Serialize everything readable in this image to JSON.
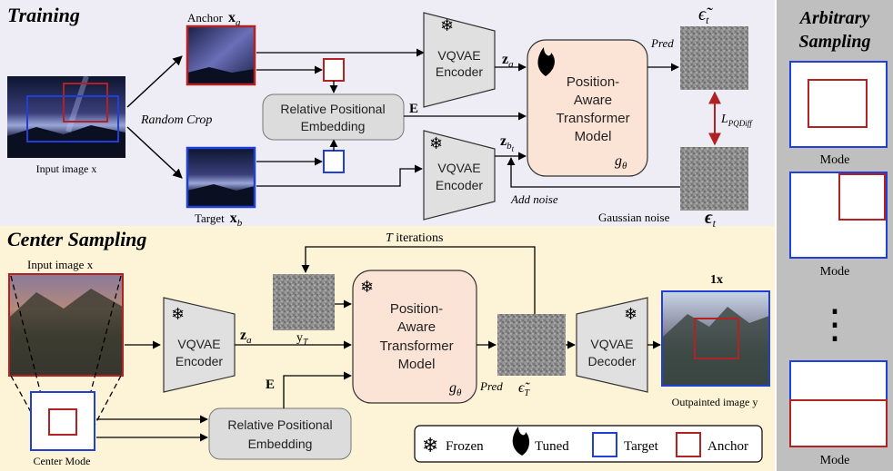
{
  "training": {
    "title": "Training",
    "input_label": "Input image x",
    "random_crop": "Random Crop",
    "anchor_label": "Anchor",
    "anchor_sym": "x",
    "anchor_sub": "a",
    "target_label": "Target",
    "target_sym": "x",
    "target_sub": "b",
    "rpe_line1": "Relative Positional",
    "rpe_line2": "Embedding",
    "E": "E",
    "enc_line1": "VQVAE",
    "enc_line2": "Encoder",
    "za_sym": "z",
    "za_sub": "a",
    "zb_sym": "z",
    "zb_sub": "b",
    "zb_subsub": "t",
    "pat_line1": "Position-",
    "pat_line2": "Aware",
    "pat_line3": "Transformer",
    "pat_line4": "Model",
    "g_sym": "g",
    "g_sub": "θ",
    "pred": "Pred",
    "eps_tilde": "ϵ̃",
    "eps_sub": "t",
    "loss_sym": "L",
    "loss_sub": "PQDiff",
    "add_noise": "Add noise",
    "gaussian_noise": "Gaussian noise",
    "eps": "ϵ",
    "eps_t_sub": "t"
  },
  "center": {
    "title": "Center Sampling",
    "input_label": "Input image x",
    "t_iter_sym": "T",
    "t_iter_text": " iterations",
    "enc_line1": "VQVAE",
    "enc_line2": "Encoder",
    "za_sym": "z",
    "za_sub": "a",
    "yT_sym": "y",
    "yT_sub": "T",
    "E": "E",
    "pat_line1": "Position-",
    "pat_line2": "Aware",
    "pat_line3": "Transformer",
    "pat_line4": "Model",
    "g_sym": "g",
    "g_sub": "θ",
    "pred": "Pred",
    "eps_tilde": "ϵ̃",
    "eps_sub": "T",
    "dec_line1": "VQVAE",
    "dec_line2": "Decoder",
    "scale": "1x",
    "out_label": "Outpainted image y",
    "rpe_line1": "Relative Positional",
    "rpe_line2": "Embedding",
    "center_mode": "Center Mode"
  },
  "legend": {
    "frozen": "Frozen",
    "tuned": "Tuned",
    "target": "Target",
    "anchor": "Anchor"
  },
  "arbitrary": {
    "title_line1": "Arbitrary",
    "title_line2": "Sampling",
    "mode": "Mode",
    "dots": "⋮"
  },
  "colors": {
    "training_bg": "#eeedf5",
    "center_bg": "#fdf3d6",
    "arbitrary_bg": "#bfbfbf",
    "anchor": "#b22222",
    "target": "#1f3fd6",
    "transformer_fill": "#fbe4d6",
    "rpe_fill": "#dcdcdc",
    "encoder_fill": "#e0e0e0",
    "loss_arrow": "#b22222"
  }
}
